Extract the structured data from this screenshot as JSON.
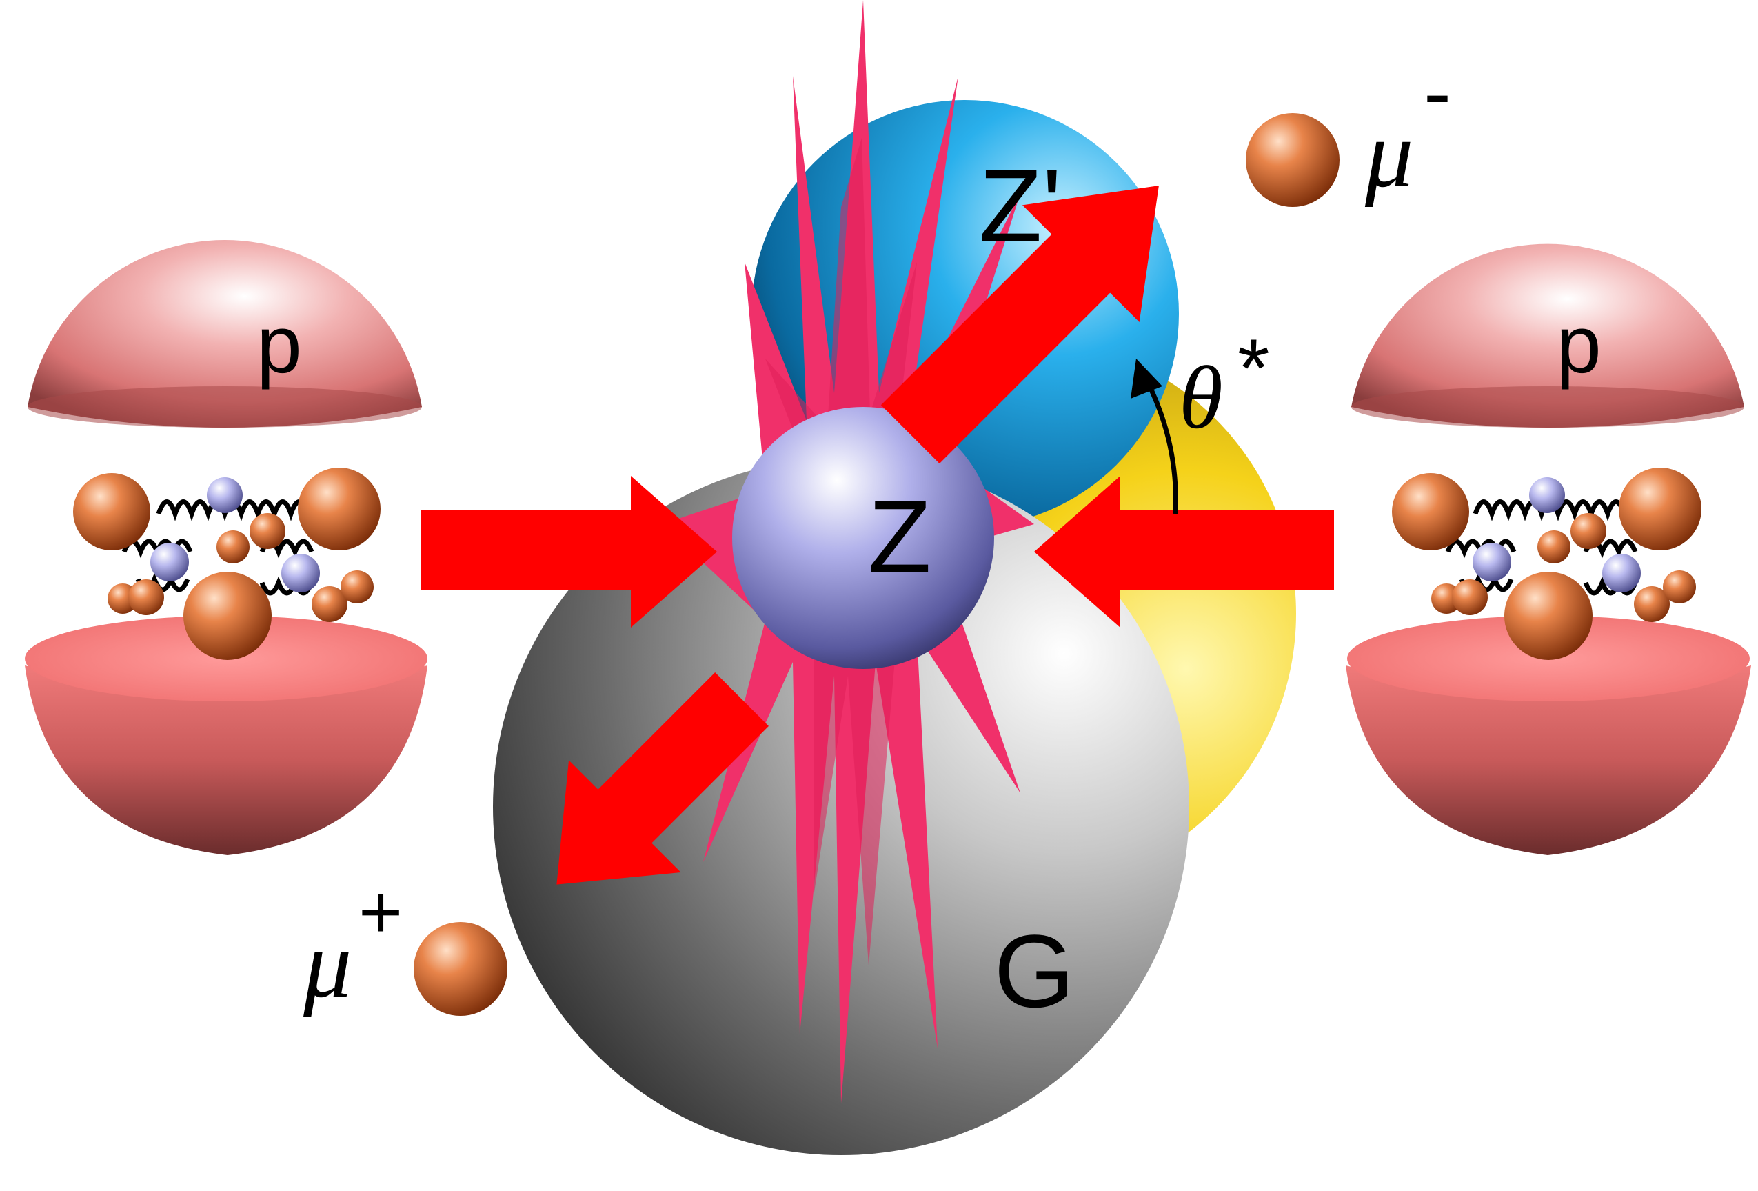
{
  "labels": {
    "proton_left": "p",
    "proton_right": "p",
    "z_prime": "Z'",
    "z": "Z",
    "graviton": "G",
    "mu_minus": "μ",
    "mu_minus_sign": "-",
    "mu_plus": "μ",
    "mu_plus_sign": "+",
    "theta": "θ",
    "theta_star": "*"
  },
  "colors": {
    "proton_shell": "#e07a7a",
    "z_prime_sphere": "#1e9ad6",
    "z_sphere": "#8a8ad6",
    "graviton_sphere": "#7a7a7a",
    "background_sphere": "#e8c21a",
    "quark_ball": "#d0642a",
    "gluon_ball": "#9a9ad8",
    "arrow": "#ff0000",
    "burst": "#f0306a"
  },
  "icons": [
    "proton-left",
    "proton-right",
    "z-prime-sphere",
    "z-sphere",
    "graviton-sphere",
    "yellow-sphere",
    "collision-burst",
    "incoming-arrow-left",
    "incoming-arrow-right",
    "outgoing-arrow-mu-minus",
    "outgoing-arrow-mu-plus",
    "mu-minus-ball",
    "mu-plus-ball",
    "theta-star-arc"
  ]
}
